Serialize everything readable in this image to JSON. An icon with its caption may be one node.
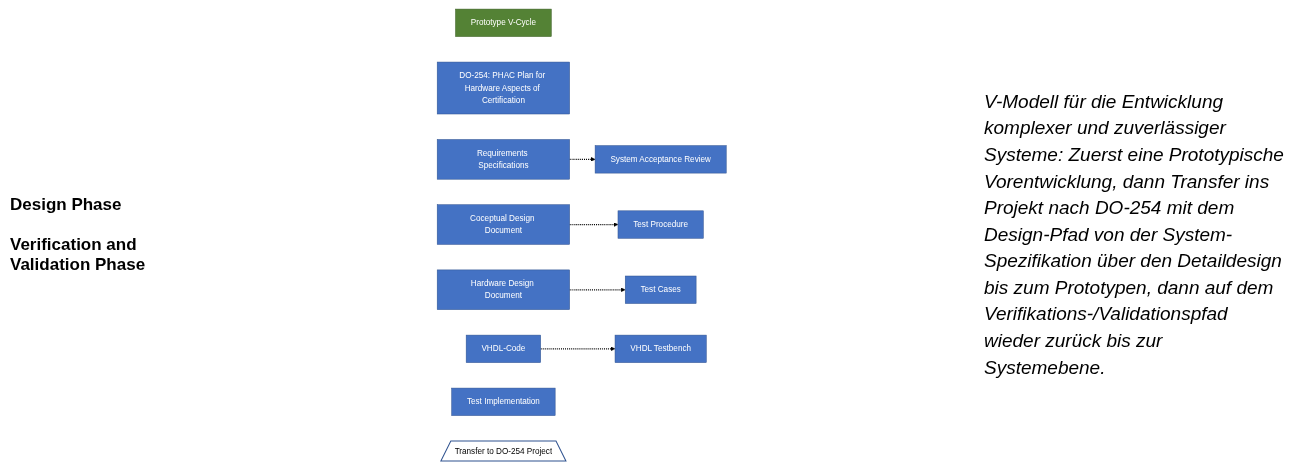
{
  "diagram": {
    "caption": "V-Modell für die Entwicklung komplexer und zuverlässiger Systeme: Zuerst eine Prototypische Vorentwicklung, dann Transfer ins Projekt nach DO-254 mit dem Design-Pfad von der System-Spezifikation über den Detaildesign bis zum Prototypen, dann auf dem Verifikations-/Validationspfad wieder zurück bis zur Systemebene.",
    "nodes": [
      {
        "text": [
          "Prototype V-Cycle"
        ]
      },
      {
        "text": [
          "DO-254: PHAC Plan for Hardware Aspects of Certification"
        ]
      },
      {
        "text": [
          "Requirements Specifications"
        ]
      },
      {
        "text": [
          "System Acceptance Review"
        ]
      },
      {
        "text": [
          "Coceptual Design Document"
        ]
      },
      {
        "text": [
          "Test Procedure"
        ]
      },
      {
        "text": [
          "Hardware Design Document"
        ]
      },
      {
        "text": [
          "Test Cases"
        ]
      },
      {
        "text": [
          "VHDL-Code"
        ]
      },
      {
        "text": [
          "VHDL Testbench"
        ]
      },
      {
        "text": [
          "Test Implementation"
        ]
      },
      {
        "text": [
          "Transfer to DO-254 Project"
        ]
      }
    ],
    "edges": [
      {
        "from": 2,
        "to": 3,
        "arrow": "to",
        "style": "dashed"
      },
      {
        "from": 4,
        "to": 5,
        "arrow": "to",
        "style": "dashed"
      },
      {
        "from": 6,
        "to": 7,
        "arrow": "to",
        "style": "dashed"
      },
      {
        "from": 8,
        "to": 9,
        "arrow": "to",
        "style": "dashed"
      }
    ],
    "labels": [
      "Design Phase",
      "Verification and Validation Phase"
    ]
  }
}
